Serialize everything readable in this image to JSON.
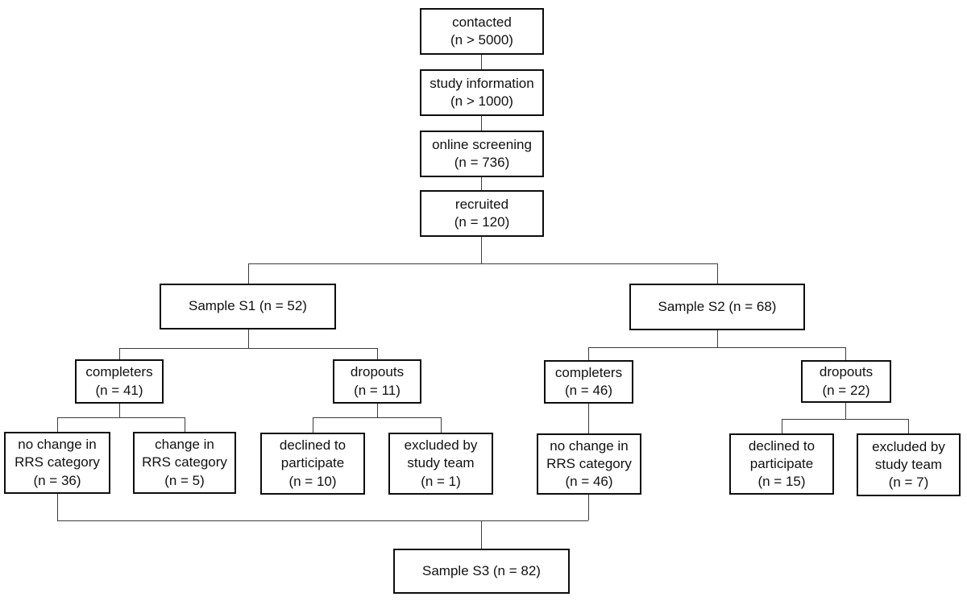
{
  "diagram": {
    "title": "participant flow chart",
    "background_color": "#ffffff",
    "box_border_color": "#0d0d0d",
    "connector_color": "#3c3c3c",
    "text_color": "#111111"
  },
  "nodes": {
    "contacted": "contacted\n(n > 5000)",
    "study_information": "study information\n(n > 1000)",
    "online_screening": "online screening\n(n = 736)",
    "recruited": "recruited\n(n = 120)",
    "sample_s1": "Sample S1 (n = 52)",
    "sample_s2": "Sample S2 (n = 68)",
    "completers_s1": "completers\n(n = 41)",
    "dropouts_s1": "dropouts\n(n = 11)",
    "completers_s2": "completers\n(n = 46)",
    "dropouts_s2": "dropouts\n(n = 22)",
    "no_change_s1": "no change in\nRRS category\n(n = 36)",
    "change_s1": "change in\nRRS category\n(n = 5)",
    "declined_s1": "declined to\nparticipate\n(n = 10)",
    "excluded_s1": "excluded by\nstudy team\n(n = 1)",
    "no_change_s2": "no change in\nRRS category\n(n = 46)",
    "declined_s2": "declined to\nparticipate\n(n = 15)",
    "excluded_s2": "excluded by\nstudy team\n(n = 7)",
    "sample_s3": "Sample S3 (n = 82)"
  },
  "edges": [
    [
      "contacted",
      "study_information"
    ],
    [
      "study_information",
      "online_screening"
    ],
    [
      "online_screening",
      "recruited"
    ],
    [
      "recruited",
      "sample_s1"
    ],
    [
      "recruited",
      "sample_s2"
    ],
    [
      "sample_s1",
      "completers_s1"
    ],
    [
      "sample_s1",
      "dropouts_s1"
    ],
    [
      "completers_s1",
      "no_change_s1"
    ],
    [
      "completers_s1",
      "change_s1"
    ],
    [
      "dropouts_s1",
      "declined_s1"
    ],
    [
      "dropouts_s1",
      "excluded_s1"
    ],
    [
      "sample_s2",
      "completers_s2"
    ],
    [
      "sample_s2",
      "dropouts_s2"
    ],
    [
      "completers_s2",
      "no_change_s2"
    ],
    [
      "dropouts_s2",
      "declined_s2"
    ],
    [
      "dropouts_s2",
      "excluded_s2"
    ],
    [
      "no_change_s1",
      "sample_s3"
    ],
    [
      "no_change_s2",
      "sample_s3"
    ]
  ]
}
